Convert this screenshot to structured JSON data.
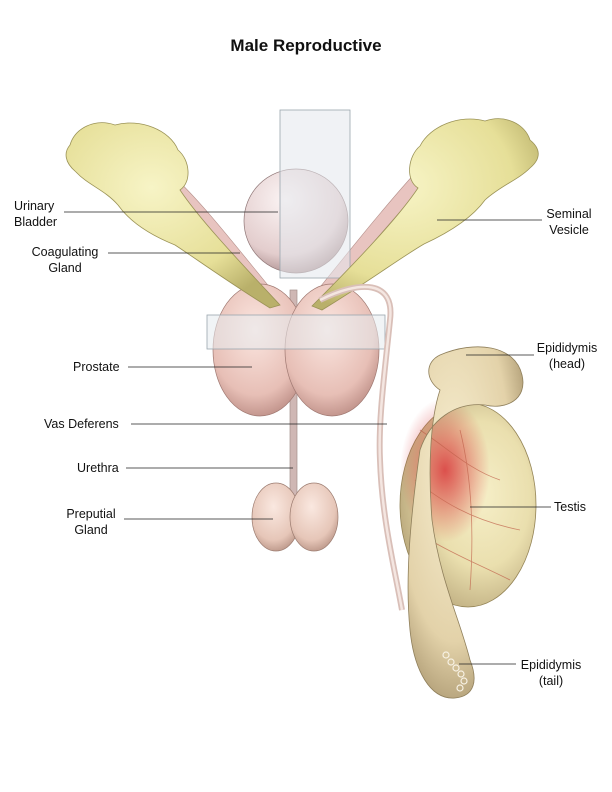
{
  "title": "Male Reproductive",
  "labels": {
    "urinary_bladder": [
      "Urinary",
      "Bladder"
    ],
    "coagulating_gland": [
      "Coagulating",
      "Gland"
    ],
    "prostate": [
      "Prostate"
    ],
    "vas_deferens": [
      "Vas Deferens"
    ],
    "urethra": [
      "Urethra"
    ],
    "preputial_gland": [
      "Preputial",
      "Gland"
    ],
    "seminal_vesicle": [
      "Seminal",
      "Vesicle"
    ],
    "epididymis_head": [
      "Epididymis",
      "(head)"
    ],
    "testis": [
      "Testis"
    ],
    "epididymis_tail": [
      "Epididymis",
      "(tail)"
    ]
  },
  "colors": {
    "seminal_vesicle": "#ece7a3",
    "prostate": "#e9c3bb",
    "testis": "#efe6b8",
    "bladder": "#ead9d9"
  }
}
